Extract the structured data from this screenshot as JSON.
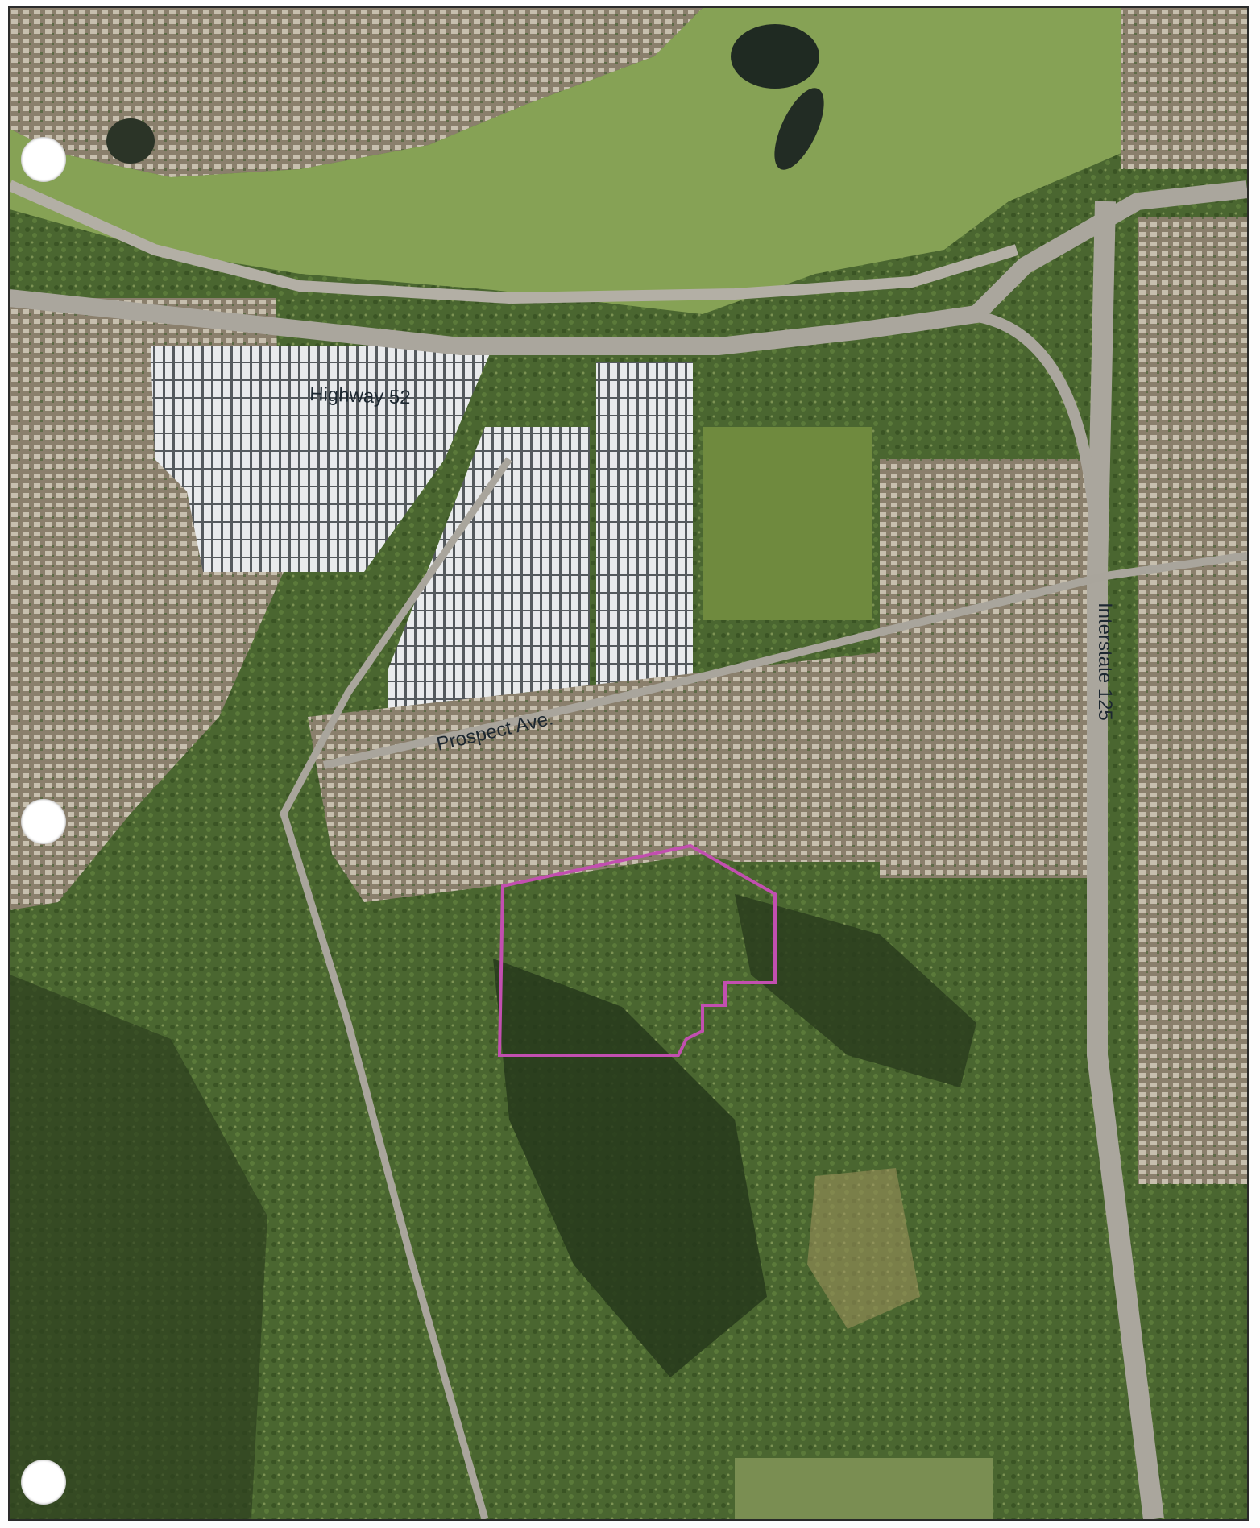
{
  "map": {
    "roads": [
      {
        "name": "highway-52",
        "label": "Highway 52"
      },
      {
        "name": "prospect-ave",
        "label": "Prospect Ave."
      },
      {
        "name": "interstate-125",
        "label": "Interstate 125"
      }
    ],
    "site_outline_color": "#c24fb0",
    "road_color": "#a9a59c",
    "vegetation_color": "#3f5a2a",
    "golf_course_color": "#8aa558",
    "developed_color": "#8f8472"
  }
}
